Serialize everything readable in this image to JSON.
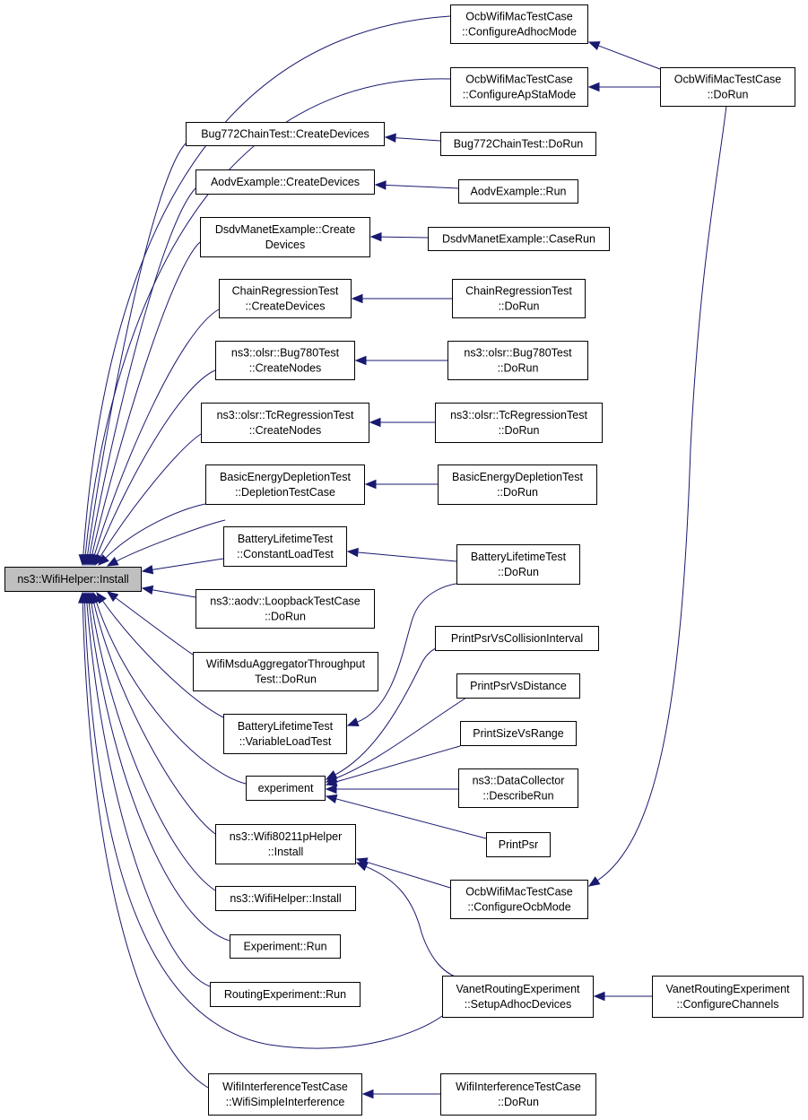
{
  "diagram": {
    "edge_color": "#191970",
    "root_fill": "#bfbfbf",
    "node_fill": "#ffffff",
    "nodes": [
      {
        "id": "root",
        "lines": [
          "ns3::WifiHelper::Install"
        ]
      },
      {
        "id": "ocb_adhoc",
        "lines": [
          "OcbWifiMacTestCase",
          "::ConfigureAdhocMode"
        ]
      },
      {
        "id": "ocb_apsta",
        "lines": [
          "OcbWifiMacTestCase",
          "::ConfigureApStaMode"
        ]
      },
      {
        "id": "ocb_dorun",
        "lines": [
          "OcbWifiMacTestCase",
          "::DoRun"
        ]
      },
      {
        "id": "bug772_cd",
        "lines": [
          "Bug772ChainTest::CreateDevices"
        ]
      },
      {
        "id": "bug772_run",
        "lines": [
          "Bug772ChainTest::DoRun"
        ]
      },
      {
        "id": "aodv_cd",
        "lines": [
          "AodvExample::CreateDevices"
        ]
      },
      {
        "id": "aodv_run",
        "lines": [
          "AodvExample::Run"
        ]
      },
      {
        "id": "dsdv_cd",
        "lines": [
          "DsdvManetExample::Create",
          "Devices"
        ]
      },
      {
        "id": "dsdv_run",
        "lines": [
          "DsdvManetExample::CaseRun"
        ]
      },
      {
        "id": "chain_cd",
        "lines": [
          "ChainRegressionTest",
          "::CreateDevices"
        ]
      },
      {
        "id": "chain_run",
        "lines": [
          "ChainRegressionTest",
          "::DoRun"
        ]
      },
      {
        "id": "bug780_cn",
        "lines": [
          "ns3::olsr::Bug780Test",
          "::CreateNodes"
        ]
      },
      {
        "id": "bug780_run",
        "lines": [
          "ns3::olsr::Bug780Test",
          "::DoRun"
        ]
      },
      {
        "id": "tc_cn",
        "lines": [
          "ns3::olsr::TcRegressionTest",
          "::CreateNodes"
        ]
      },
      {
        "id": "tc_run",
        "lines": [
          "ns3::olsr::TcRegressionTest",
          "::DoRun"
        ]
      },
      {
        "id": "bed_dtc",
        "lines": [
          "BasicEnergyDepletionTest",
          "::DepletionTestCase"
        ]
      },
      {
        "id": "bed_run",
        "lines": [
          "BasicEnergyDepletionTest",
          "::DoRun"
        ]
      },
      {
        "id": "blt_clt",
        "lines": [
          "BatteryLifetimeTest",
          "::ConstantLoadTest"
        ]
      },
      {
        "id": "blt_run",
        "lines": [
          "BatteryLifetimeTest",
          "::DoRun"
        ]
      },
      {
        "id": "loopback",
        "lines": [
          "ns3::aodv::LoopbackTestCase",
          "::DoRun"
        ]
      },
      {
        "id": "msdu",
        "lines": [
          "WifiMsduAggregatorThroughput",
          "Test::DoRun"
        ]
      },
      {
        "id": "pp_ci",
        "lines": [
          "PrintPsrVsCollisionInterval"
        ]
      },
      {
        "id": "pp_dist",
        "lines": [
          "PrintPsrVsDistance"
        ]
      },
      {
        "id": "blt_vlt",
        "lines": [
          "BatteryLifetimeTest",
          "::VariableLoadTest"
        ]
      },
      {
        "id": "ps_range",
        "lines": [
          "PrintSizeVsRange"
        ]
      },
      {
        "id": "experiment",
        "lines": [
          "experiment"
        ]
      },
      {
        "id": "dc_describe",
        "lines": [
          "ns3::DataCollector",
          "::DescribeRun"
        ]
      },
      {
        "id": "print_psr",
        "lines": [
          "PrintPsr"
        ]
      },
      {
        "id": "w80211p",
        "lines": [
          "ns3::Wifi80211pHelper",
          "::Install"
        ]
      },
      {
        "id": "ocb_ocbmode",
        "lines": [
          "OcbWifiMacTestCase",
          "::ConfigureOcbMode"
        ]
      },
      {
        "id": "wh_install",
        "lines": [
          "ns3::WifiHelper::Install"
        ]
      },
      {
        "id": "exp_run",
        "lines": [
          "Experiment::Run"
        ]
      },
      {
        "id": "routing_run",
        "lines": [
          "RoutingExperiment::Run"
        ]
      },
      {
        "id": "vanet_setup",
        "lines": [
          "VanetRoutingExperiment",
          "::SetupAdhocDevices"
        ]
      },
      {
        "id": "vanet_channels",
        "lines": [
          "VanetRoutingExperiment",
          "::ConfigureChannels"
        ]
      },
      {
        "id": "wit_wsi",
        "lines": [
          "WifiInterferenceTestCase",
          "::WifiSimpleInterference"
        ]
      },
      {
        "id": "wit_run",
        "lines": [
          "WifiInterferenceTestCase",
          "::DoRun"
        ]
      }
    ]
  }
}
